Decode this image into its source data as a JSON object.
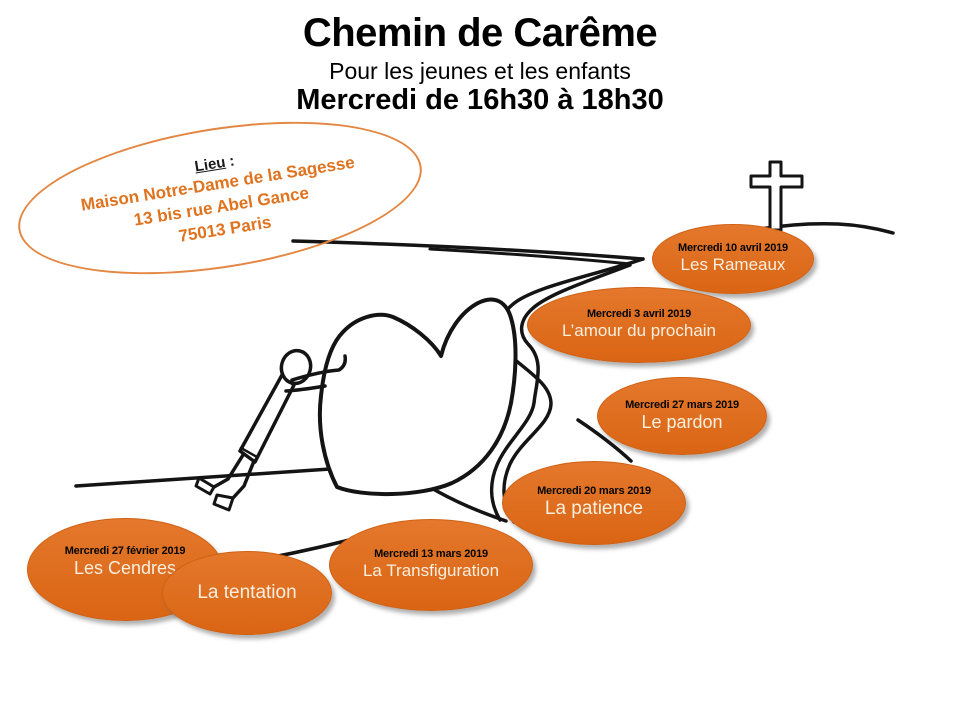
{
  "slide": {
    "title": "Chemin de Carême",
    "subtitle": "Pour les jeunes et les enfants",
    "time": "Mercredi de 16h30 à 18h30"
  },
  "location": {
    "label": "Lieu",
    "separator": " :",
    "name": "Maison Notre-Dame de la Sagesse",
    "street": "13 bis rue Abel Gance",
    "city": "75013 Paris"
  },
  "sessions": [
    {
      "date": "Mercredi 10 avril 2019",
      "theme": "Les Rameaux"
    },
    {
      "date": "Mercredi 3 avril 2019",
      "theme": "L’amour du prochain"
    },
    {
      "date": "Mercredi 27 mars 2019",
      "theme": "Le pardon"
    },
    {
      "date": "Mercredi 20 mars 2019",
      "theme": "La patience"
    },
    {
      "date": "Mercredi 13 mars 2019",
      "theme": "La Transfiguration"
    },
    {
      "date": "Mercredi 27 février 2019",
      "theme": "Les Cendres"
    },
    {
      "date": "",
      "theme": "La tentation"
    }
  ],
  "illustration": {
    "person": "person-pushing-heart",
    "heart": "heart-boulder",
    "cross": "summit-cross",
    "path": "winding-path"
  },
  "colors": {
    "ellipse_fill": "#de6b1c",
    "ellipse_text": "#f8efdf",
    "date_text": "#050505",
    "location_text": "#e0731f",
    "location_border": "#e38743",
    "line_art": "#141414"
  }
}
